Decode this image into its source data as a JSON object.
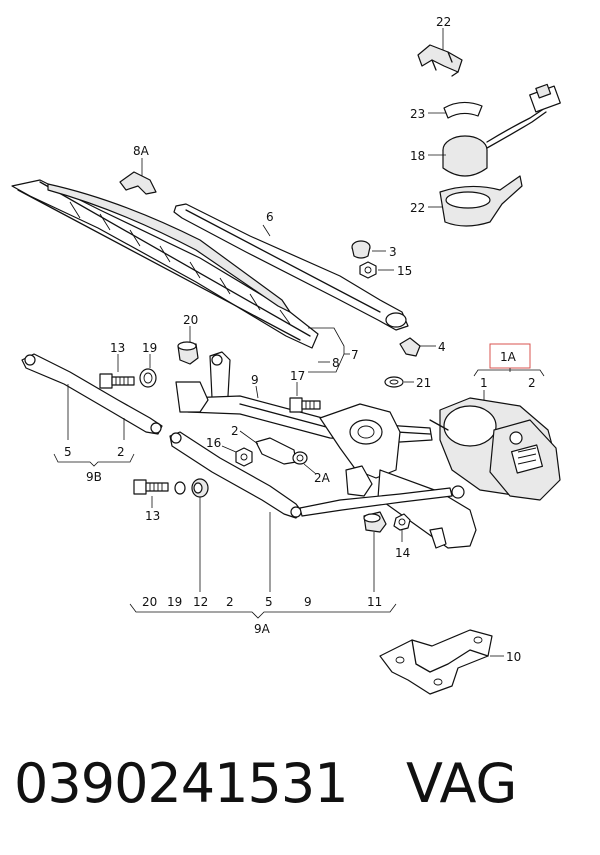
{
  "diagram": {
    "labels": {
      "l22a": "22",
      "l23": "23",
      "l18": "18",
      "l22b": "22",
      "l8A": "8A",
      "l6": "6",
      "l3": "3",
      "l15": "15",
      "l4": "4",
      "l7": "7",
      "l8": "8",
      "l1A": "1A",
      "l1": "1",
      "l2a": "2",
      "l21": "21",
      "l20a": "20",
      "l13a": "13",
      "l19": "19",
      "l9a": "9",
      "l17": "17",
      "l2b": "2",
      "l16": "16",
      "l2A": "2A",
      "l5a": "5",
      "l2c": "2",
      "l9B": "9B",
      "l13b": "13",
      "l14": "14",
      "b20": "20",
      "b19": "19",
      "b12": "12",
      "b2": "2",
      "b5": "5",
      "b9": "9",
      "b11": "11",
      "l9A": "9A",
      "l10": "10"
    }
  },
  "footer": {
    "part_number": "0390241531",
    "brand": "VAG"
  }
}
